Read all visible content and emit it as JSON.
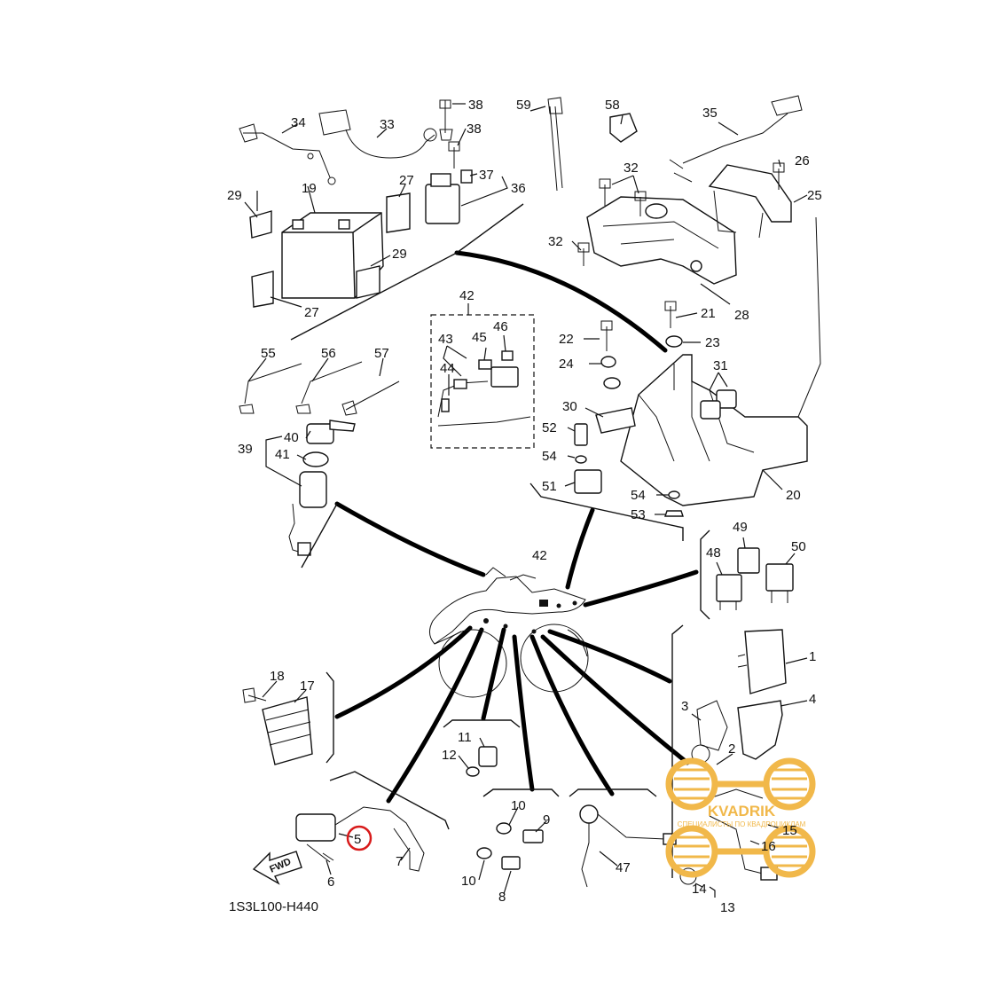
{
  "diagram_code": "1S3L100-H440",
  "fwd_label": "FWD",
  "highlight_color": "#d81b1b",
  "watermark": {
    "text": "KVADRIK",
    "subtext": "СПЕЦИАЛИСТЫ ПО КВАДРОЦИКЛАМ",
    "color": "#f1b84a"
  },
  "callouts": {
    "c1": "1",
    "c2": "2",
    "c3": "3",
    "c4": "4",
    "c5": "5",
    "c6": "6",
    "c7": "7",
    "c8": "8",
    "c9": "9",
    "c10a": "10",
    "c10b": "10",
    "c11": "11",
    "c12": "12",
    "c13": "13",
    "c14": "14",
    "c15": "15",
    "c16": "16",
    "c17": "17",
    "c18": "18",
    "c19": "19",
    "c20": "20",
    "c21": "21",
    "c22": "22",
    "c23": "23",
    "c24": "24",
    "c25": "25",
    "c26": "26",
    "c27a": "27",
    "c27b": "27",
    "c28": "28",
    "c29a": "29",
    "c29b": "29",
    "c30": "30",
    "c31": "31",
    "c32a": "32",
    "c32b": "32",
    "c33": "33",
    "c34": "34",
    "c35": "35",
    "c36": "36",
    "c37": "37",
    "c38a": "38",
    "c38b": "38",
    "c39": "39",
    "c40": "40",
    "c41": "41",
    "c42a": "42",
    "c42b": "42",
    "c43": "43",
    "c44": "44",
    "c45": "45",
    "c46": "46",
    "c47": "47",
    "c48": "48",
    "c49": "49",
    "c50": "50",
    "c51": "51",
    "c52": "52",
    "c53": "53",
    "c54a": "54",
    "c54b": "54",
    "c55": "55",
    "c56": "56",
    "c57": "57",
    "c58": "58",
    "c59": "59"
  }
}
